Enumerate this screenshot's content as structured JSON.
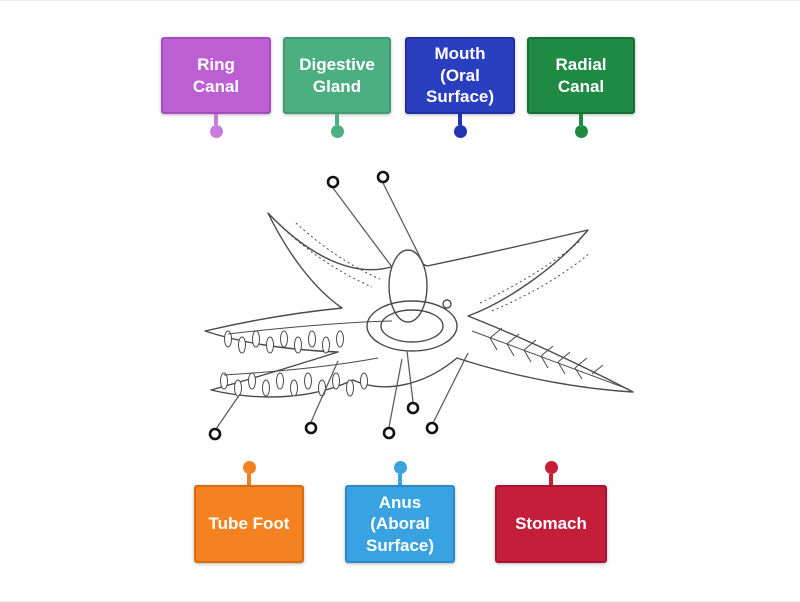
{
  "activity": {
    "kind": "labelled-diagram",
    "diagram_description": "Starfish (sea star) anatomy line drawing with seven answer markers connected by leader lines"
  },
  "colors": {
    "background": "#ffffff",
    "marker_fill": "#ffffff",
    "marker_stroke": "#111111",
    "leader_line": "#5f5f5f",
    "drawing_stroke": "#4a4a4a"
  },
  "labels": {
    "top": [
      {
        "text": "Ring Canal",
        "bg": "#bc5fd3",
        "border": "#a84bc4",
        "pin": "#c97ddb"
      },
      {
        "text": "Digestive Gland",
        "bg": "#4caf82",
        "border": "#3d9c70",
        "pin": "#4caf82"
      },
      {
        "text": "Mouth (Oral Surface)",
        "bg": "#2a3ec0",
        "border": "#1f2fa6",
        "pin": "#2334b2"
      },
      {
        "text": "Radial Canal",
        "bg": "#1e8a44",
        "border": "#157235",
        "pin": "#1e8a44"
      }
    ],
    "bottom": [
      {
        "text": "Tube Foot",
        "bg": "#f58220",
        "border": "#d96c0f",
        "pin": "#f58220"
      },
      {
        "text": "Anus (Aboral Surface)",
        "bg": "#38a3e0",
        "border": "#2a8cc7",
        "pin": "#38a3e0"
      },
      {
        "text": "Stomach",
        "bg": "#c41e3a",
        "border": "#a8142d",
        "pin": "#c41e3a"
      }
    ]
  },
  "diagram": {
    "marker_count": 7
  }
}
